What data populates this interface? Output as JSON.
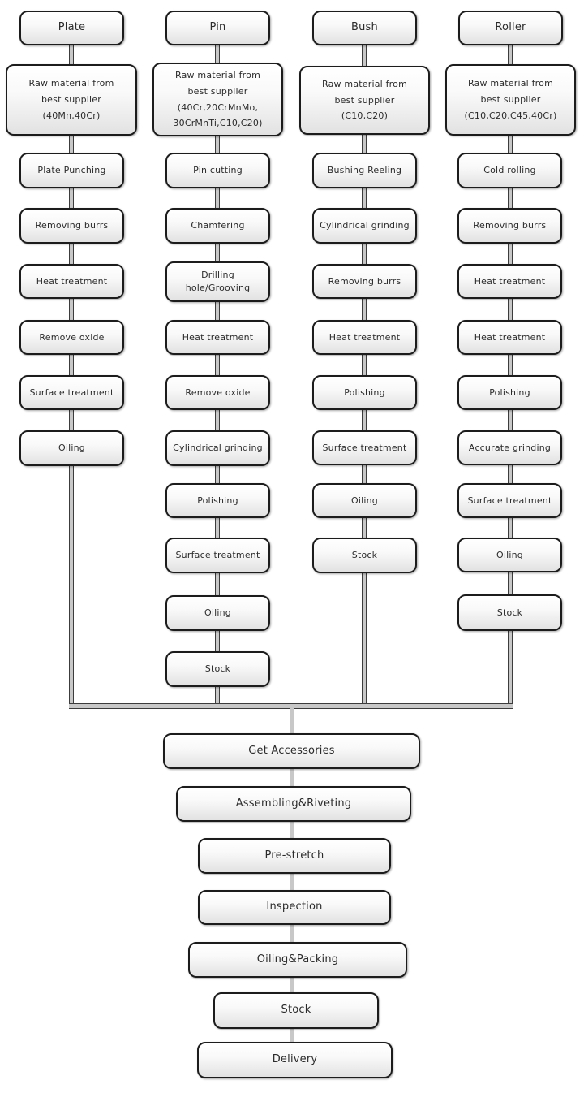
{
  "diagram": {
    "type": "flowchart",
    "columns": [
      {
        "header": "Plate",
        "steps": [
          "Raw material from\nbest supplier\n(40Mn,40Cr)",
          "Plate Punching",
          "Removing burrs",
          "Heat treatment",
          "Remove oxide",
          "Surface treatment",
          "Oiling"
        ]
      },
      {
        "header": "Pin",
        "steps": [
          "Raw material from\nbest supplier\n(40Cr,20CrMnMo,\n30CrMnTi,C10,C20)",
          "Pin cutting",
          "Chamfering",
          "Drilling\nhole/Grooving",
          "Heat treatment",
          "Remove oxide",
          "Cylindrical grinding",
          "Polishing",
          "Surface treatment",
          "Oiling",
          "Stock"
        ]
      },
      {
        "header": "Bush",
        "steps": [
          "Raw material from\nbest supplier\n(C10,C20)",
          "Bushing Reeling",
          "Cylindrical grinding",
          "Removing burrs",
          "Heat treatment",
          "Polishing",
          "Surface treatment",
          "Oiling",
          "Stock"
        ]
      },
      {
        "header": "Roller",
        "steps": [
          "Raw material from\nbest supplier\n(C10,C20,C45,40Cr)",
          "Cold rolling",
          "Removing burrs",
          "Heat treatment",
          "Heat treatment",
          "Polishing",
          "Accurate grinding",
          "Surface treatment",
          "Oiling",
          "Stock"
        ]
      }
    ],
    "assembly_steps": [
      "Get Accessories",
      "Assembling&Riveting",
      "Pre-stretch",
      "Inspection",
      "Oiling&Packing",
      "Stock",
      "Delivery"
    ],
    "colors": {
      "box_border": "#1c1c1c",
      "box_fill_top": "#ffffff",
      "box_fill_bottom": "#e2e2e2",
      "connector_fill": "#c8c8c8",
      "connector_edge": "#3c3c3c",
      "text": "#2b2b2b",
      "background": "#ffffff"
    }
  }
}
